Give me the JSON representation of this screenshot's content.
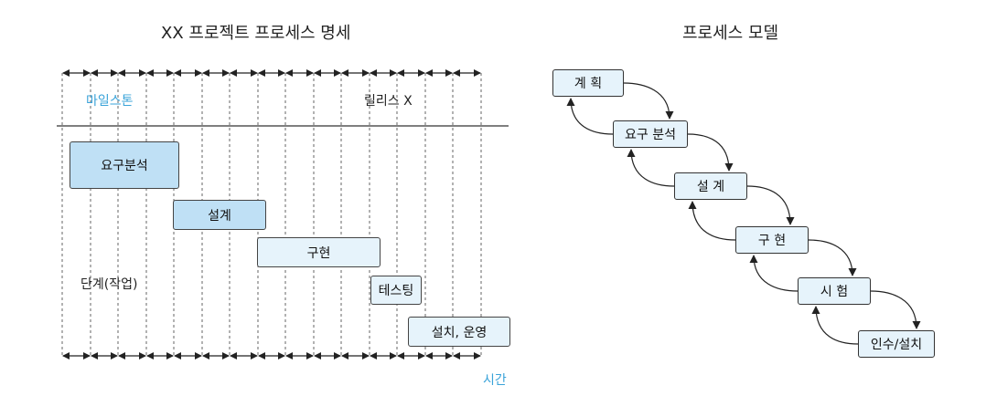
{
  "left": {
    "title": "XX 프로젝트 프로세스 명세",
    "milestone_label": "마일스톤",
    "release_label": "릴리스 X",
    "stage_label": "단계(작업)",
    "time_label": "시간",
    "phases": [
      {
        "label": "요구분석",
        "fill": "#bfe0f5"
      },
      {
        "label": "설계",
        "fill": "#bfe0f5"
      },
      {
        "label": "구현",
        "fill": "#e6f3fb"
      },
      {
        "label": "테스팅",
        "fill": "#e6f3fb"
      },
      {
        "label": "설치, 운영",
        "fill": "#e6f3fb"
      }
    ]
  },
  "right": {
    "title": "프로세스 모델",
    "steps": [
      "계 획",
      "요구 분석",
      "설 계",
      "구 현",
      "시 험",
      "인수/설치"
    ]
  },
  "colors": {
    "accent_blue": "#3aa3d9",
    "box_dark_fill": "#bfe0f5",
    "box_light_fill": "#e6f3fb"
  }
}
